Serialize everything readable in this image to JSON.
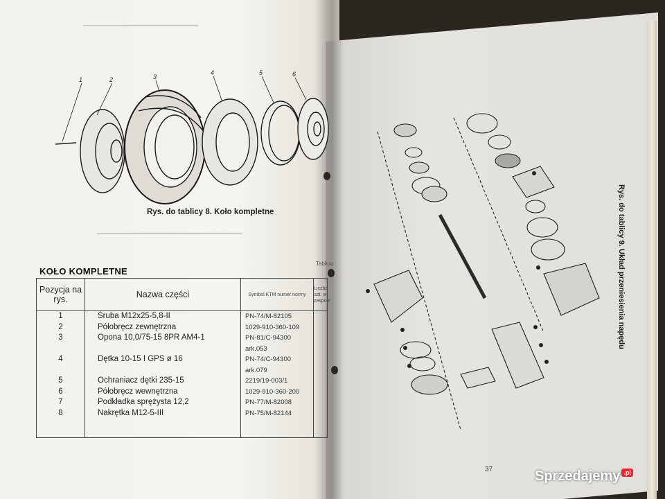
{
  "left_page": {
    "figure_caption": "Rys. do tablicy 8. Koło kompletne",
    "figure_callouts": [
      "1",
      "2",
      "3",
      "4",
      "5",
      "6"
    ],
    "section_title": "KOŁO KOMPLETNE",
    "table_label": "Tablica",
    "table": {
      "headers": {
        "position": "Pozycja na rys.",
        "name": "Nazwa części",
        "symbol": "Symbol KTM numer normy",
        "quantity": "Liczba szt. w zespole"
      },
      "rows": [
        {
          "position": "1",
          "name": "Śruba M12x25-5,8-II",
          "symbol": "PN-74/M-82105"
        },
        {
          "position": "2",
          "name": "Półobręcz zewnętrzna",
          "symbol": "1029-910-360-109"
        },
        {
          "position": "3",
          "name": "Opona 10,0/75-15 8PR AM4-1",
          "symbol": "PN-81/C-94300"
        },
        {
          "position": "",
          "name": "",
          "symbol": "ark.053"
        },
        {
          "position": "4",
          "name": "Dętka 10-15 I GPS ø 16",
          "symbol": "PN-74/C-94300"
        },
        {
          "position": "",
          "name": "",
          "symbol": "ark.079"
        },
        {
          "position": "5",
          "name": "Ochraniacz dętki 235-15",
          "symbol": "2219/19-003/1"
        },
        {
          "position": "6",
          "name": "Półobręcz wewnętrzna",
          "symbol": "1029-910-360-200"
        },
        {
          "position": "7",
          "name": "Podkładka sprężysta 12,2",
          "symbol": "PN-77/M-82008"
        },
        {
          "position": "8",
          "name": "Nakrętka M12-5-III",
          "symbol": "PN-75/M-82144"
        }
      ]
    }
  },
  "right_page": {
    "figure_caption": "Rys. do tablicy 9. Układ przeniesienia napędu",
    "page_number": "37"
  },
  "watermark": {
    "text": "Sprzedajemy",
    "badge": ".pl"
  }
}
